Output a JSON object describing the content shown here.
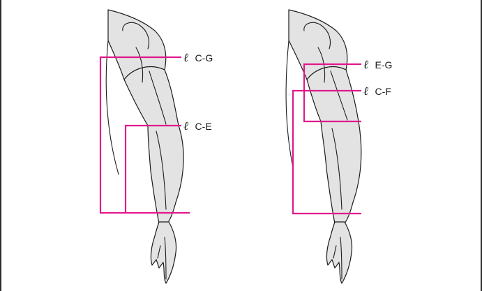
{
  "figure": {
    "left_panel": {
      "labels": [
        {
          "symbol": "ℓ",
          "code": "C-G"
        },
        {
          "symbol": "ℓ",
          "code": "C-E"
        }
      ]
    },
    "right_panel": {
      "labels": [
        {
          "symbol": "ℓ",
          "code": "E-G"
        },
        {
          "symbol": "ℓ",
          "code": "C-F"
        }
      ]
    }
  },
  "colors": {
    "measurement_line": "#e0198c",
    "arm_fill": "#e3e3e3",
    "outline": "#1c1c1c",
    "frame": "#2b2b2b"
  }
}
